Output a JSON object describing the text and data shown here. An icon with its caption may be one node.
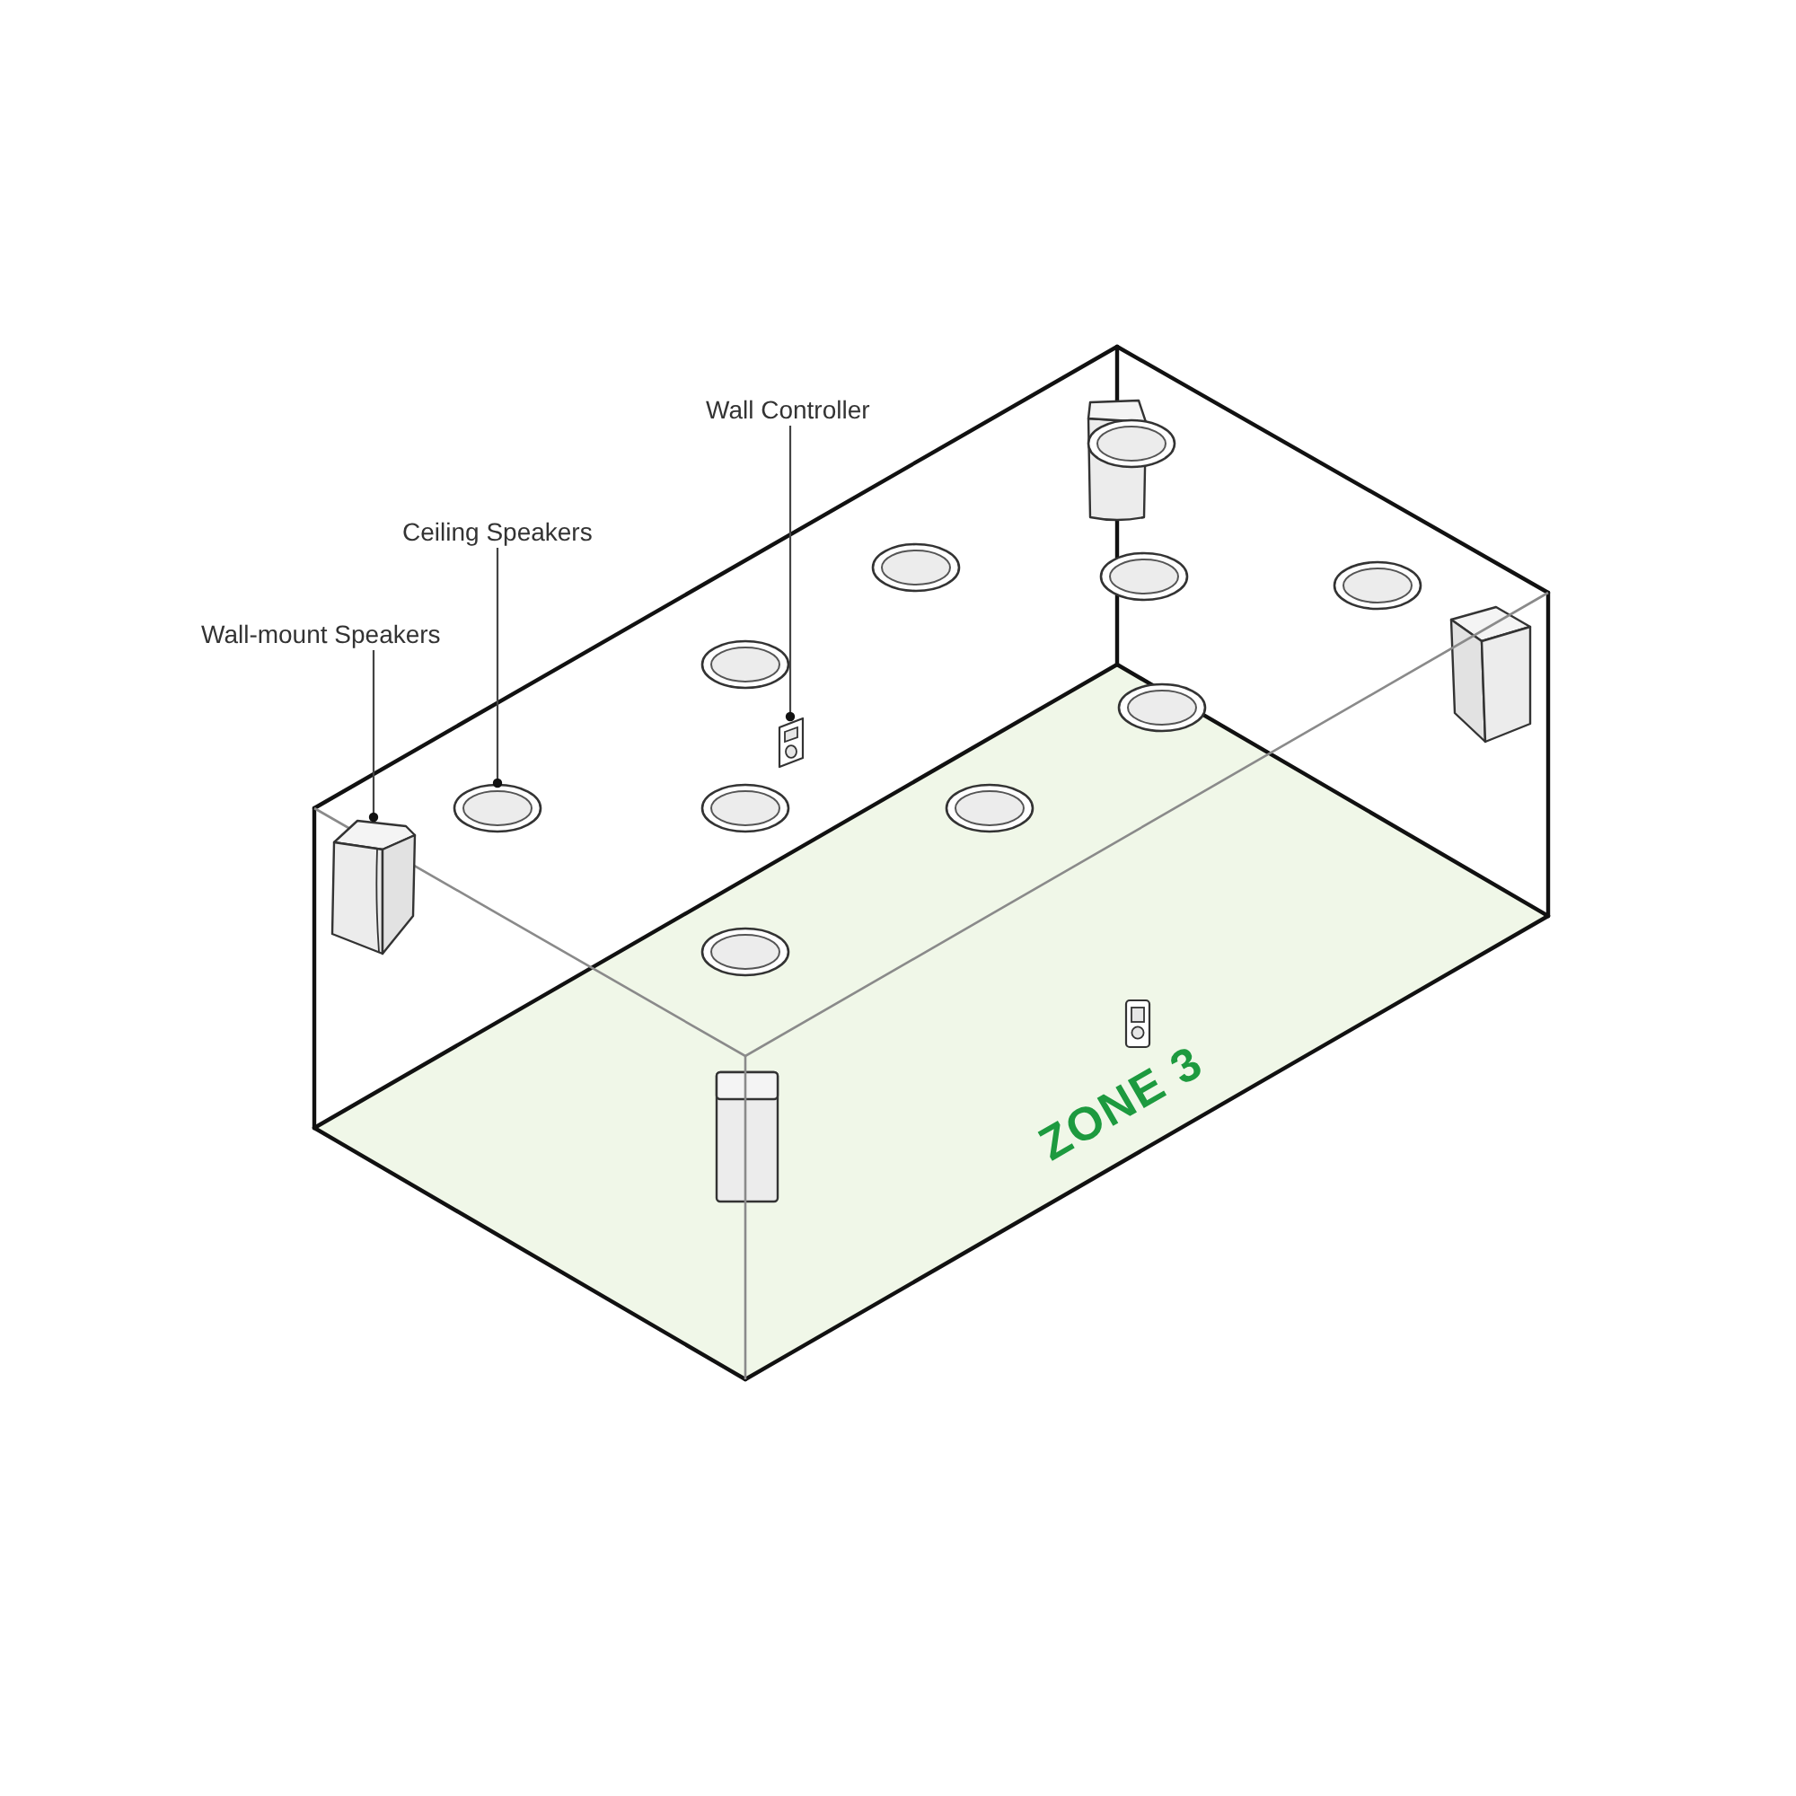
{
  "diagram": {
    "nodes": [
      {
        "text": [
          "Wall Controller"
        ]
      },
      {
        "text": [
          "Ceiling Speakers"
        ]
      },
      {
        "text": [
          "Wall-mount Speakers"
        ]
      },
      {
        "text": [],
        "shape": "picture"
      },
      {
        "text": [],
        "shape": "picture"
      },
      {
        "text": [],
        "shape": "picture"
      }
    ],
    "edges": [
      {
        "from": 0,
        "to": 3,
        "arrow": "other"
      },
      {
        "from": 1,
        "to": 4,
        "arrow": "other"
      },
      {
        "from": 2,
        "to": 5,
        "arrow": "other"
      }
    ],
    "labels": [
      "ZONE 3"
    ]
  }
}
